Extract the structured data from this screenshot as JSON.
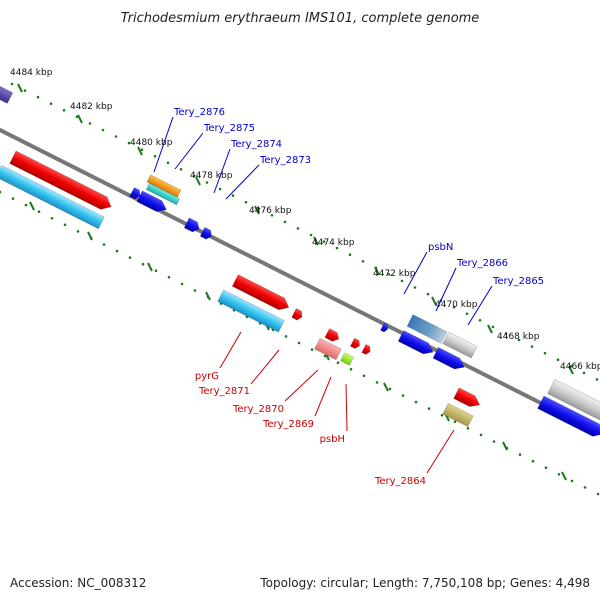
{
  "title": "Trichodesmium erythraeum IMS101, complete genome",
  "footer": {
    "accession": "Accession: NC_008312",
    "summary": "Topology: circular; Length: 7,750,108 bp; Genes: 4,498"
  },
  "colors": {
    "forward_label": "#0000cc",
    "reverse_label": "#cc0000",
    "backbone": "#777777",
    "ticks": "#1a7a1a"
  },
  "scale_ticks": [
    {
      "label": "4484 kbp"
    },
    {
      "label": "4482 kbp"
    },
    {
      "label": "4480 kbp"
    },
    {
      "label": "4478 kbp"
    },
    {
      "label": "4476 kbp"
    },
    {
      "label": "4474 kbp"
    },
    {
      "label": "4472 kbp"
    },
    {
      "label": "4470 kbp"
    },
    {
      "label": "4468 kbp"
    },
    {
      "label": "4466 kbp"
    }
  ],
  "forward_genes": [
    {
      "label": "Tery_2876"
    },
    {
      "label": "Tery_2875"
    },
    {
      "label": "Tery_2874"
    },
    {
      "label": "Tery_2873"
    },
    {
      "label": "psbN"
    },
    {
      "label": "Tery_2866"
    },
    {
      "label": "Tery_2865"
    }
  ],
  "reverse_genes": [
    {
      "label": "pyrG"
    },
    {
      "label": "Tery_2871"
    },
    {
      "label": "Tery_2870"
    },
    {
      "label": "Tery_2869"
    },
    {
      "label": "psbH"
    },
    {
      "label": "Tery_2864"
    }
  ]
}
